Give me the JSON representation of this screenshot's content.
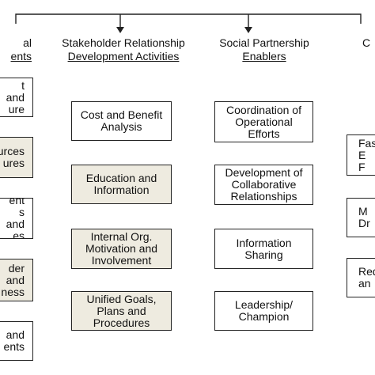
{
  "columns": {
    "left": {
      "line1": "al",
      "line2": "ents"
    },
    "activities": {
      "line1": "Stakeholder Relationship",
      "line2": "Development Activities"
    },
    "enablers": {
      "line1": "Social Partnership",
      "line2": "Enablers"
    },
    "right": {
      "line1": "C",
      "line2": ""
    }
  },
  "left_boxes": [
    "t\nand\nure",
    "urces\nures",
    "ent\ns and\nes",
    "der\nand\nness",
    "and\nents"
  ],
  "activities": [
    "Cost and Benefit\nAnalysis",
    "Education and\nInformation",
    "Internal Org.\nMotivation and\nInvolvement",
    "Unified Goals,\nPlans and\nProcedures"
  ],
  "enablers": [
    "Coordination of\nOperational\nEfforts",
    "Development of\nCollaborative\nRelationships",
    "Information\nSharing",
    "Leadership/\nChampion"
  ],
  "right_boxes": [
    "Fas\nE\nF",
    "M\nDr",
    "Red\nan"
  ],
  "colors": {
    "shaded": "#eeebe0",
    "border": "#222222"
  }
}
